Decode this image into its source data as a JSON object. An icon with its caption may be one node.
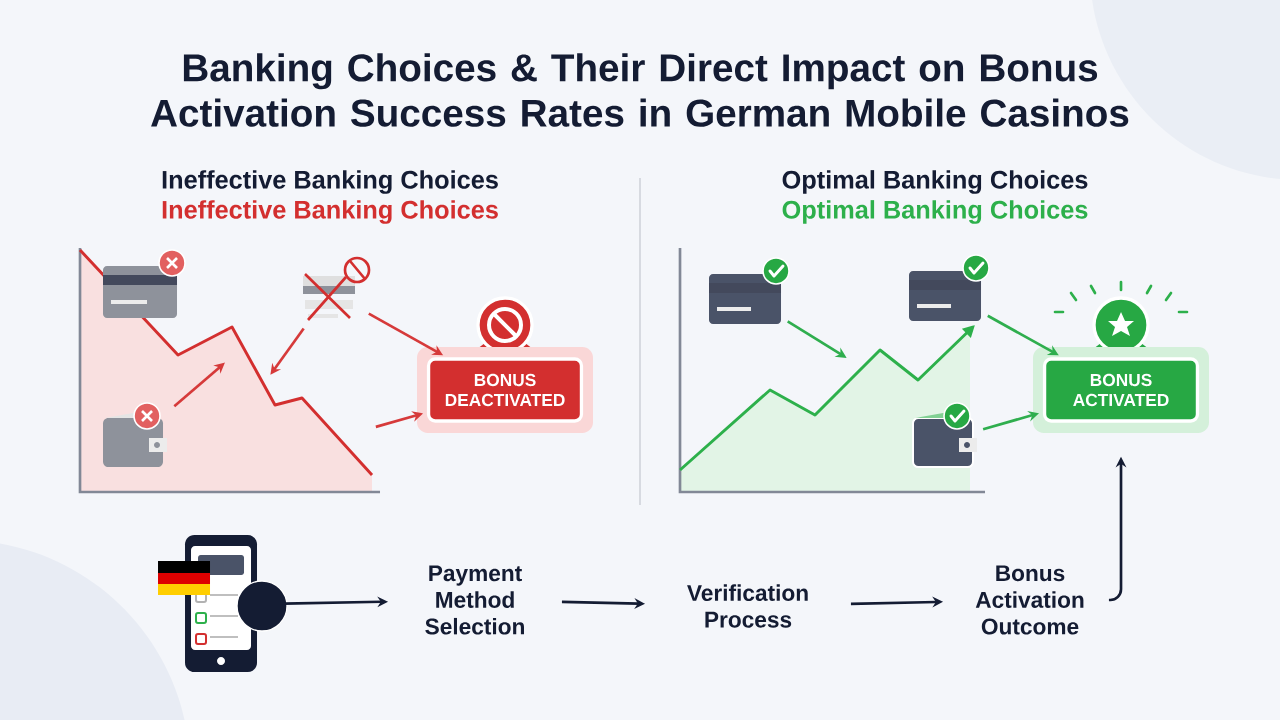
{
  "diagram": {
    "title": "Banking Choices & Their Direct Impact on Bonus Activation Success Rates in German Mobile Casinos",
    "nodes": [
      {
        "text": [],
        "shape": "picture"
      },
      {
        "text": [],
        "shape": "picture"
      },
      {
        "text": [
          "BONUS DEACTIVATED"
        ]
      },
      {
        "text": [],
        "shape": "picture"
      },
      {
        "text": [],
        "shape": "picture"
      },
      {
        "text": [],
        "shape": "picture"
      },
      {
        "text": [
          "BONUS ACTIVATED"
        ]
      },
      {
        "text": [],
        "shape": "picture"
      },
      {
        "text": [
          "Payment Method Selection"
        ]
      },
      {
        "text": [
          "Verification Process"
        ]
      },
      {
        "text": [
          "Bonus Activation Outcome"
        ]
      }
    ],
    "edges": [
      {
        "from": 1,
        "to": null,
        "arrow": "to",
        "color": "#d63a3a"
      },
      {
        "from": 0,
        "to": null,
        "arrow": "to",
        "color": "#d63a3a"
      },
      {
        "from": 0,
        "to": 2,
        "arrow": "to",
        "color": "#d63a3a"
      },
      {
        "from": null,
        "to": 2,
        "arrow": "to",
        "color": "#d63a3a"
      },
      {
        "from": 3,
        "to": null,
        "arrow": "to",
        "color": "#2fae4e"
      },
      {
        "from": 4,
        "to": 6,
        "arrow": "to",
        "color": "#2fae4e"
      },
      {
        "from": 5,
        "to": 6,
        "arrow": "to",
        "color": "#2fae4e"
      },
      {
        "from": 7,
        "to": 8,
        "arrow": "to",
        "color": "#141c33"
      },
      {
        "from": 8,
        "to": 9,
        "arrow": "to",
        "color": "#141c33"
      },
      {
        "from": 9,
        "to": 10,
        "arrow": "to",
        "color": "#141c33"
      },
      {
        "from": 10,
        "to": 6,
        "arrow": "to",
        "color": "#141c33"
      }
    ],
    "labels": [
      "Ineffective Banking Choices",
      "Ineffective Banking Choices",
      "Optimal Banking Choices",
      "Optimal Banking Choices"
    ]
  }
}
